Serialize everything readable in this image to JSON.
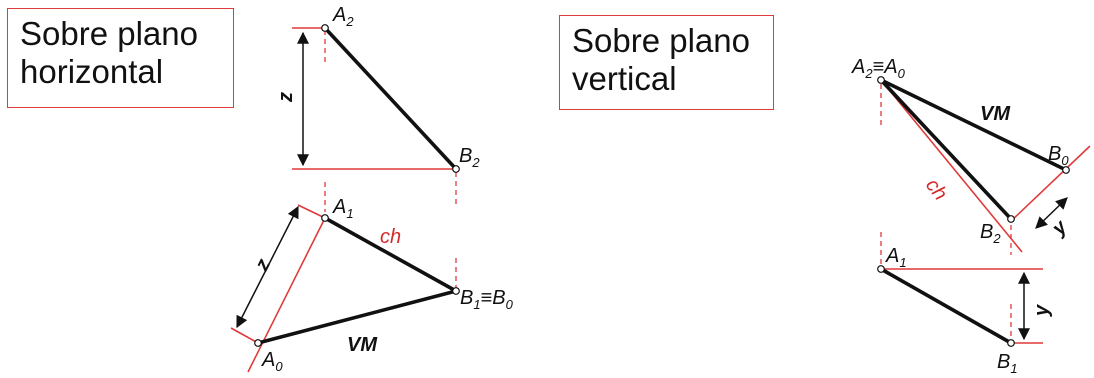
{
  "titles": {
    "horizontal_line1": "Sobre plano",
    "horizontal_line2": "horizontal",
    "vertical_line1": "Sobre plano",
    "vertical_line2": "vertical"
  },
  "labels": {
    "A2_main": "A",
    "A2_sub": "2",
    "B2_main": "B",
    "B2_sub": "2",
    "A1_main": "A",
    "A1_sub": "1",
    "B1B0_main": "B",
    "B1B0_sub": "1",
    "B1B0_rest": "≡B",
    "B1B0_sub2": "0",
    "A0_main": "A",
    "A0_sub": "0",
    "z": "z",
    "ch": "ch",
    "VM": "VM",
    "A2A0_main": "A",
    "A2A0_sub": "2",
    "A2A0_rest": "≡A",
    "A2A0_sub2": "0",
    "B0_main": "B",
    "B0_sub": "0",
    "y": "y"
  },
  "colors": {
    "line": "#111111",
    "construction": "#e03a3a",
    "text_red": "#d42a2a"
  }
}
